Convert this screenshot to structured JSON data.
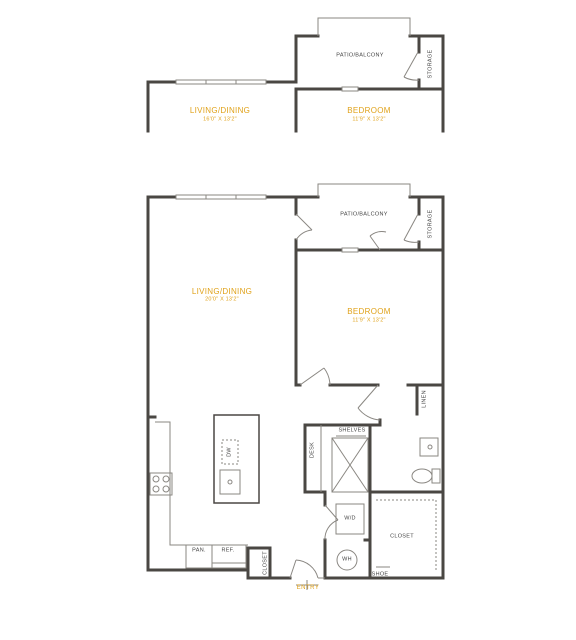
{
  "colors": {
    "wall": "#4a4743",
    "accent": "#e0a21a",
    "text": "#444444",
    "thin": "#8a8782"
  },
  "alt_plan": {
    "patio": "PATIO/BALCONY",
    "storage": "STORAGE",
    "living_name": "LIVING/DINING",
    "living_dim": "16'0\" X 13'2\"",
    "bedroom_name": "BEDROOM",
    "bedroom_dim": "11'9\" X 13'2\""
  },
  "main_plan": {
    "patio": "PATIO/BALCONY",
    "storage": "STORAGE",
    "living_name": "LIVING/DINING",
    "living_dim": "20'0\" X 13'2\"",
    "bedroom_name": "BEDROOM",
    "bedroom_dim": "11'9\" X 13'2\"",
    "linen": "LINEN",
    "shelves": "SHELVES",
    "desk": "DESK",
    "dw": "DW",
    "wd": "W/D",
    "wh": "WH",
    "closet": "CLOSET",
    "closet_small": "CLOSET",
    "shoe": "SHOE",
    "pan": "PAN.",
    "ref": "REF.",
    "entry": "ENTRY"
  }
}
